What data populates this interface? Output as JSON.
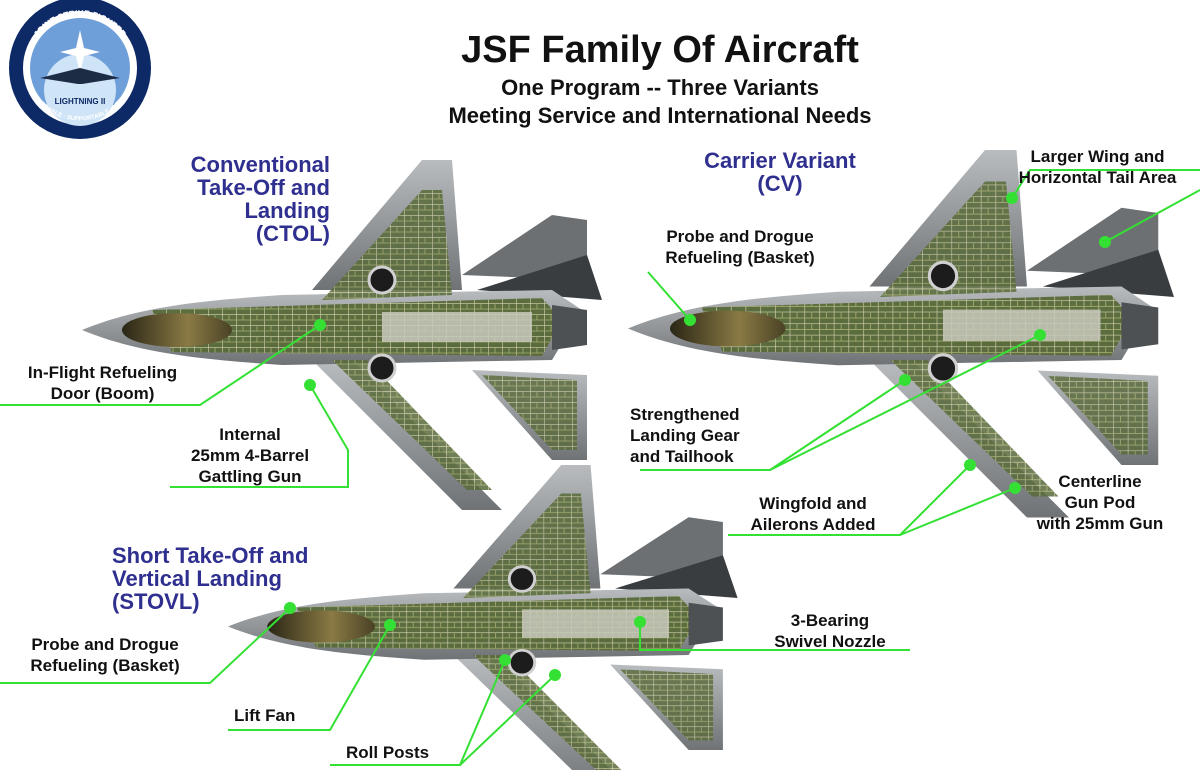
{
  "title": "JSF Family Of Aircraft",
  "subtitle_1": "One Program -- Three Variants",
  "subtitle_2": "Meeting Service and International Needs",
  "logo": {
    "ring_top": "JOINT STRIKE FIGHTER",
    "badge": "LIGHTNING II",
    "ring_bottom": "AFFORDABLE · SUPPORTABLE · LETHAL"
  },
  "colors": {
    "variant_heading": "#2f2f8f",
    "leader_line": "#33e033",
    "airframe": "#8e9295",
    "cutaway": "#5b6e3c",
    "logo_ring": "#0d2a66"
  },
  "variants": {
    "ctol": {
      "name_lines": [
        "Conventional",
        "Take-Off and",
        "Landing",
        "(CTOL)"
      ],
      "callouts": {
        "refuel_door": [
          "In-Flight Refueling",
          "Door (Boom)"
        ],
        "gun": [
          "Internal",
          "25mm 4-Barrel",
          "Gattling Gun"
        ]
      }
    },
    "cv": {
      "name_lines": [
        "Carrier Variant",
        "(CV)"
      ],
      "callouts": {
        "wing": [
          "Larger Wing and",
          "Horizontal Tail Area"
        ],
        "probe": [
          "Probe and Drogue",
          "Refueling (Basket)"
        ],
        "gear": [
          "Strengthened",
          "Landing Gear",
          "and Tailhook"
        ],
        "wingfold": [
          "Wingfold and",
          "Ailerons Added"
        ],
        "gunpod": [
          "Centerline",
          "Gun Pod",
          "with 25mm Gun"
        ]
      }
    },
    "stovl": {
      "name_lines": [
        "Short Take-Off and",
        "Vertical Landing",
        "(STOVL)"
      ],
      "callouts": {
        "probe": [
          "Probe and Drogue",
          "Refueling (Basket)"
        ],
        "nozzle": [
          "3-Bearing",
          "Swivel Nozzle"
        ],
        "lift_fan": [
          "Lift Fan"
        ],
        "roll_posts": [
          "Roll Posts"
        ]
      }
    }
  }
}
